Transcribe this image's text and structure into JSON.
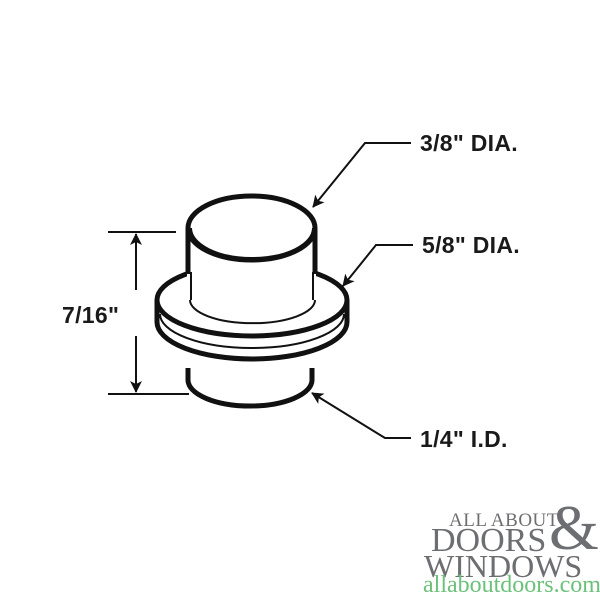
{
  "diagram": {
    "subject": "bushing / roller part",
    "labels": {
      "top_diameter": "3/8\" DIA.",
      "flange_diameter": "5/8\" DIA.",
      "inner_diameter": "1/4\" I.D.",
      "height": "7/16\""
    },
    "colors": {
      "line": "#111111",
      "text": "#1a1a1a",
      "background": "#ffffff"
    }
  },
  "logo": {
    "line1": "ALL ABOUT",
    "line2": "DOORS",
    "ampersand": "&",
    "line3": "WINDOWS",
    "url": "allaboutdoors.com",
    "colors": {
      "text": "#6d6e71",
      "url": "#6cc17a"
    }
  }
}
